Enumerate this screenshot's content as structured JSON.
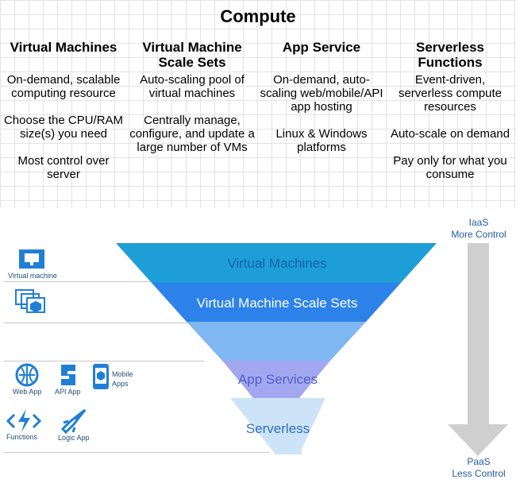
{
  "title": "Compute",
  "columns": [
    {
      "heading": "Virtual Machines",
      "items": [
        "On-demand, scalable computing resource",
        "Choose the CPU/RAM size(s) you need",
        "Most control over server"
      ]
    },
    {
      "heading": "Virtual Machine Scale Sets",
      "items": [
        "Auto-scaling pool of virtual machines",
        "Centrally manage, configure, and update a large number of VMs"
      ]
    },
    {
      "heading": "App Service",
      "items": [
        "On-demand, auto-scaling web/mobile/API app hosting",
        "Linux & Windows platforms"
      ]
    },
    {
      "heading": "Serverless Functions",
      "items": [
        "Event-driven, serverless compute resources",
        "Auto-scale on demand",
        "Pay only for what you consume"
      ]
    }
  ],
  "pyramid": {
    "tiers": [
      "Virtual Machines",
      "Virtual Machine Scale Sets",
      "",
      "App Services",
      "Serverless"
    ],
    "colors": [
      "#1d9ed6",
      "#2c82e8",
      "#7fb7f2",
      "#a2a8f0",
      "#cde4f8"
    ],
    "text_colors": [
      "#1563a3",
      "#ffffff",
      "#ffffff",
      "#5060c8",
      "#2f6fb8"
    ]
  },
  "icons": {
    "vm_label": "Virtual machine",
    "webapp_label": "Web App",
    "apiapp_label": "API App",
    "mobile_label": "Mobile Apps",
    "functions_label": "Functions",
    "logicapp_label": "Logic App",
    "icon_color": "#1f7fd6"
  },
  "arrow": {
    "top_line1": "IaaS",
    "top_line2": "More Control",
    "bottom_line1": "PaaS",
    "bottom_line2": "Less Control",
    "color": "#cfcfcf",
    "text_color": "#1f5ea0"
  }
}
